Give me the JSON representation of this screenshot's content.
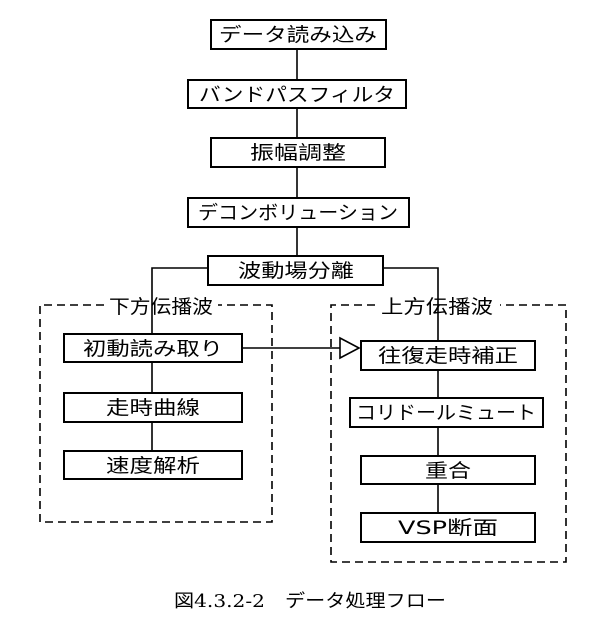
{
  "steps": {
    "data_load": "データ読み込み",
    "bandpass": "バンドパスフィルタ",
    "amplitude": "振幅調整",
    "deconvolution": "デコンボリューション",
    "wavefield_sep": "波動場分離"
  },
  "groups": {
    "downgoing": {
      "title": "下方伝播波",
      "steps": [
        "初動読み取り",
        "走時曲線",
        "速度解析"
      ]
    },
    "upgoing": {
      "title": "上方伝播波",
      "steps": [
        "往復走時補正",
        "コリドールミュート",
        "重合",
        "VSP断面"
      ]
    }
  },
  "caption": "図4.3.2-2　データ処理フロー"
}
